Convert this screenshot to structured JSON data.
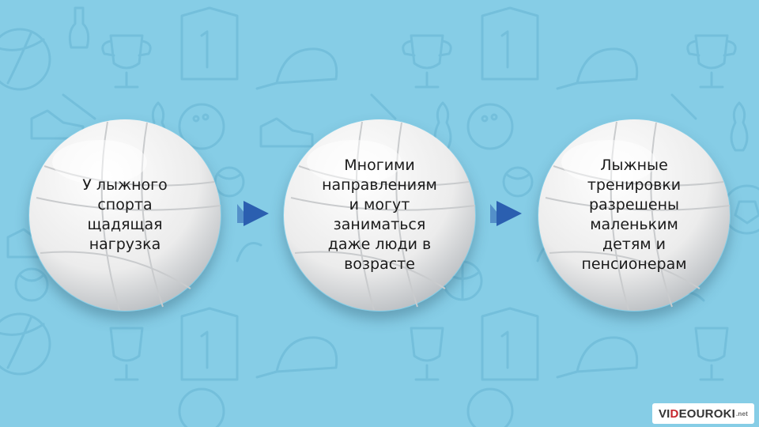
{
  "steps": [
    {
      "lines": [
        "У лыжного",
        "спорта",
        "щадящая",
        "нагрузка"
      ]
    },
    {
      "lines": [
        "Многими",
        "направлениям",
        "и могут",
        "заниматься",
        "даже люди в",
        "возрасте"
      ]
    },
    {
      "lines": [
        "Лыжные",
        "тренировки",
        "разрешены",
        "маленьким",
        "детям и",
        "пенсионерам"
      ]
    }
  ],
  "arrows": [
    {
      "icon": "arrow-right-icon"
    },
    {
      "icon": "arrow-right-icon"
    }
  ],
  "logo": {
    "prefix": "VI",
    "accent": "D",
    "rest": "EOUROKI",
    "suffix": ".net"
  },
  "colors": {
    "background": "#86cde6",
    "arrow": "#2b5fb0",
    "ball": "#ededed",
    "logo_accent": "#c6262e"
  }
}
